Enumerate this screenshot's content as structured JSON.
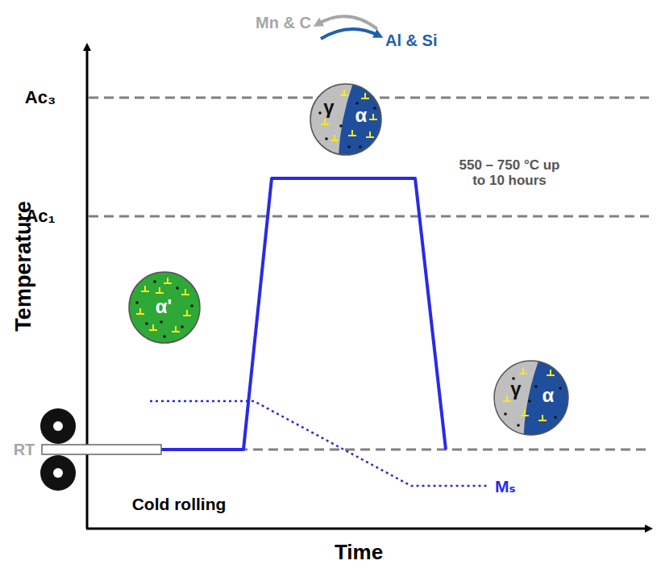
{
  "diagram": {
    "nodes": [
      {
        "text": [
          "α'"
        ]
      },
      {
        "text": [
          "γ",
          "α"
        ]
      },
      {
        "text": [
          "γ",
          "α"
        ]
      }
    ],
    "labels": [
      "Mn & C",
      "Al & Si",
      "Ac₃",
      "550 – 750 °C up to 10 hours",
      "Ac₁",
      "Temperature",
      "RT",
      "Cold rolling",
      "Mₛ",
      "Time"
    ]
  }
}
